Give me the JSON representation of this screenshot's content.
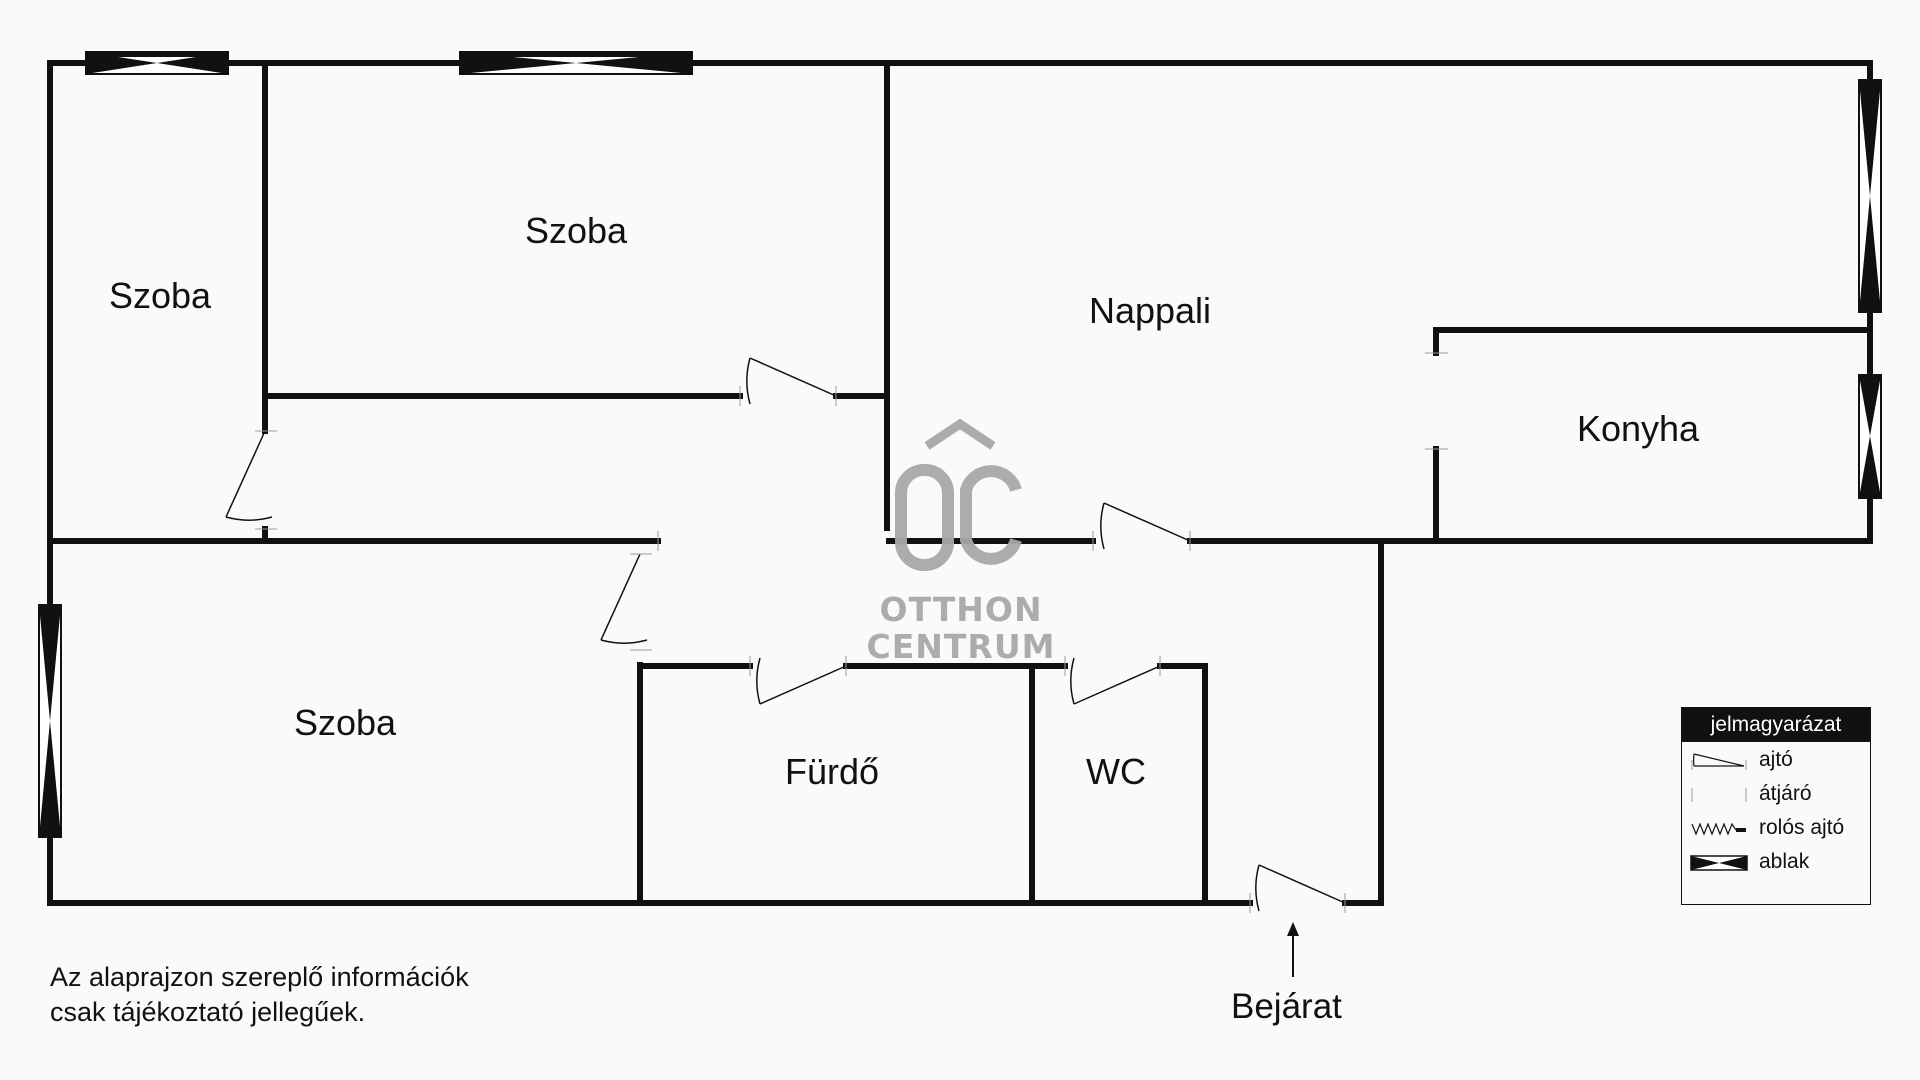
{
  "rooms": {
    "szoba_1": "Szoba",
    "szoba_2": "Szoba",
    "szoba_3": "Szoba",
    "nappali": "Nappali",
    "konyha": "Konyha",
    "furdo": "Fürdő",
    "wc": "WC"
  },
  "entrance": "Bejárat",
  "logo": {
    "line1": "OTTHON",
    "line2": "CENTRUM",
    "color": "#a8a8a8"
  },
  "legend": {
    "title": "jelmagyarázat",
    "items": [
      {
        "icon": "door-icon",
        "label": "ajtó"
      },
      {
        "icon": "passage-icon",
        "label": "átjáró"
      },
      {
        "icon": "roller-door-icon",
        "label": "rolós ajtó"
      },
      {
        "icon": "window-icon",
        "label": "ablak"
      }
    ]
  },
  "disclaimer": {
    "line1": "Az alaprajzon szereplő információk",
    "line2": "csak tájékoztató jellegűek."
  },
  "colors": {
    "wall": "#111111",
    "background": "#fafafa"
  }
}
